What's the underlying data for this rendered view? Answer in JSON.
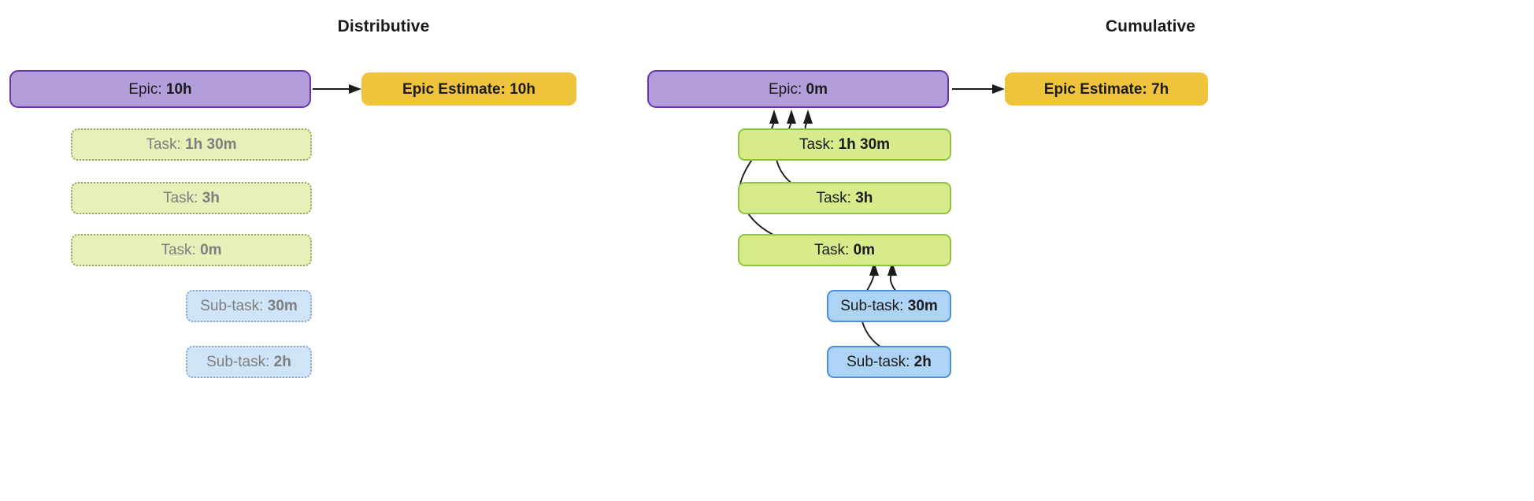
{
  "panels": [
    {
      "id": "distributive",
      "title": "Distributive",
      "epic": {
        "label": "Epic:",
        "value": "10h",
        "full": "Epic: 10h"
      },
      "estimate": {
        "label": "Epic Estimate:",
        "value": "10h",
        "full": "Epic Estimate: 10h"
      },
      "tasks": [
        {
          "label": "Task:",
          "value": "1h 30m",
          "full": "Task: 1h 30m"
        },
        {
          "label": "Task:",
          "value": "3h",
          "full": "Task: 3h"
        },
        {
          "label": "Task:",
          "value": "0m",
          "full": "Task: 0m"
        }
      ],
      "subtasks": [
        {
          "label": "Sub-task:",
          "value": "30m",
          "full": "Sub-task: 30m"
        },
        {
          "label": "Sub-task:",
          "value": "2h",
          "full": "Sub-task: 2h"
        }
      ],
      "has_rollup_arrows": false
    },
    {
      "id": "cumulative",
      "title": "Cumulative",
      "epic": {
        "label": "Epic:",
        "value": "0m",
        "full": "Epic: 0m"
      },
      "estimate": {
        "label": "Epic Estimate:",
        "value": "7h",
        "full": "Epic Estimate: 7h"
      },
      "tasks": [
        {
          "label": "Task:",
          "value": "1h 30m",
          "full": "Task: 1h 30m"
        },
        {
          "label": "Task:",
          "value": "3h",
          "full": "Task: 3h"
        },
        {
          "label": "Task:",
          "value": "0m",
          "full": "Task: 0m"
        }
      ],
      "subtasks": [
        {
          "label": "Sub-task:",
          "value": "30m",
          "full": "Sub-task: 30m"
        },
        {
          "label": "Sub-task:",
          "value": "2h",
          "full": "Sub-task: 2h"
        }
      ],
      "has_rollup_arrows": true
    }
  ],
  "colors": {
    "epic_fill": "#b39ddb",
    "epic_border": "#6a35b0",
    "estimate_fill": "#f0c33c",
    "task_fill_faded": "#e8f0b9",
    "task_border_faded": "#9aa06a",
    "task_fill_active": "#d7eb8a",
    "task_border_active": "#8cc63f",
    "subtask_fill_faded": "#cfe4f7",
    "subtask_border_faded": "#8fa7c0",
    "subtask_fill_active": "#aed4f5",
    "subtask_border_active": "#4a90d9",
    "text_dark": "#1b1b1b",
    "text_muted": "#7e7e7e",
    "arrow": "#1b1b1b",
    "background": "#ffffff"
  }
}
